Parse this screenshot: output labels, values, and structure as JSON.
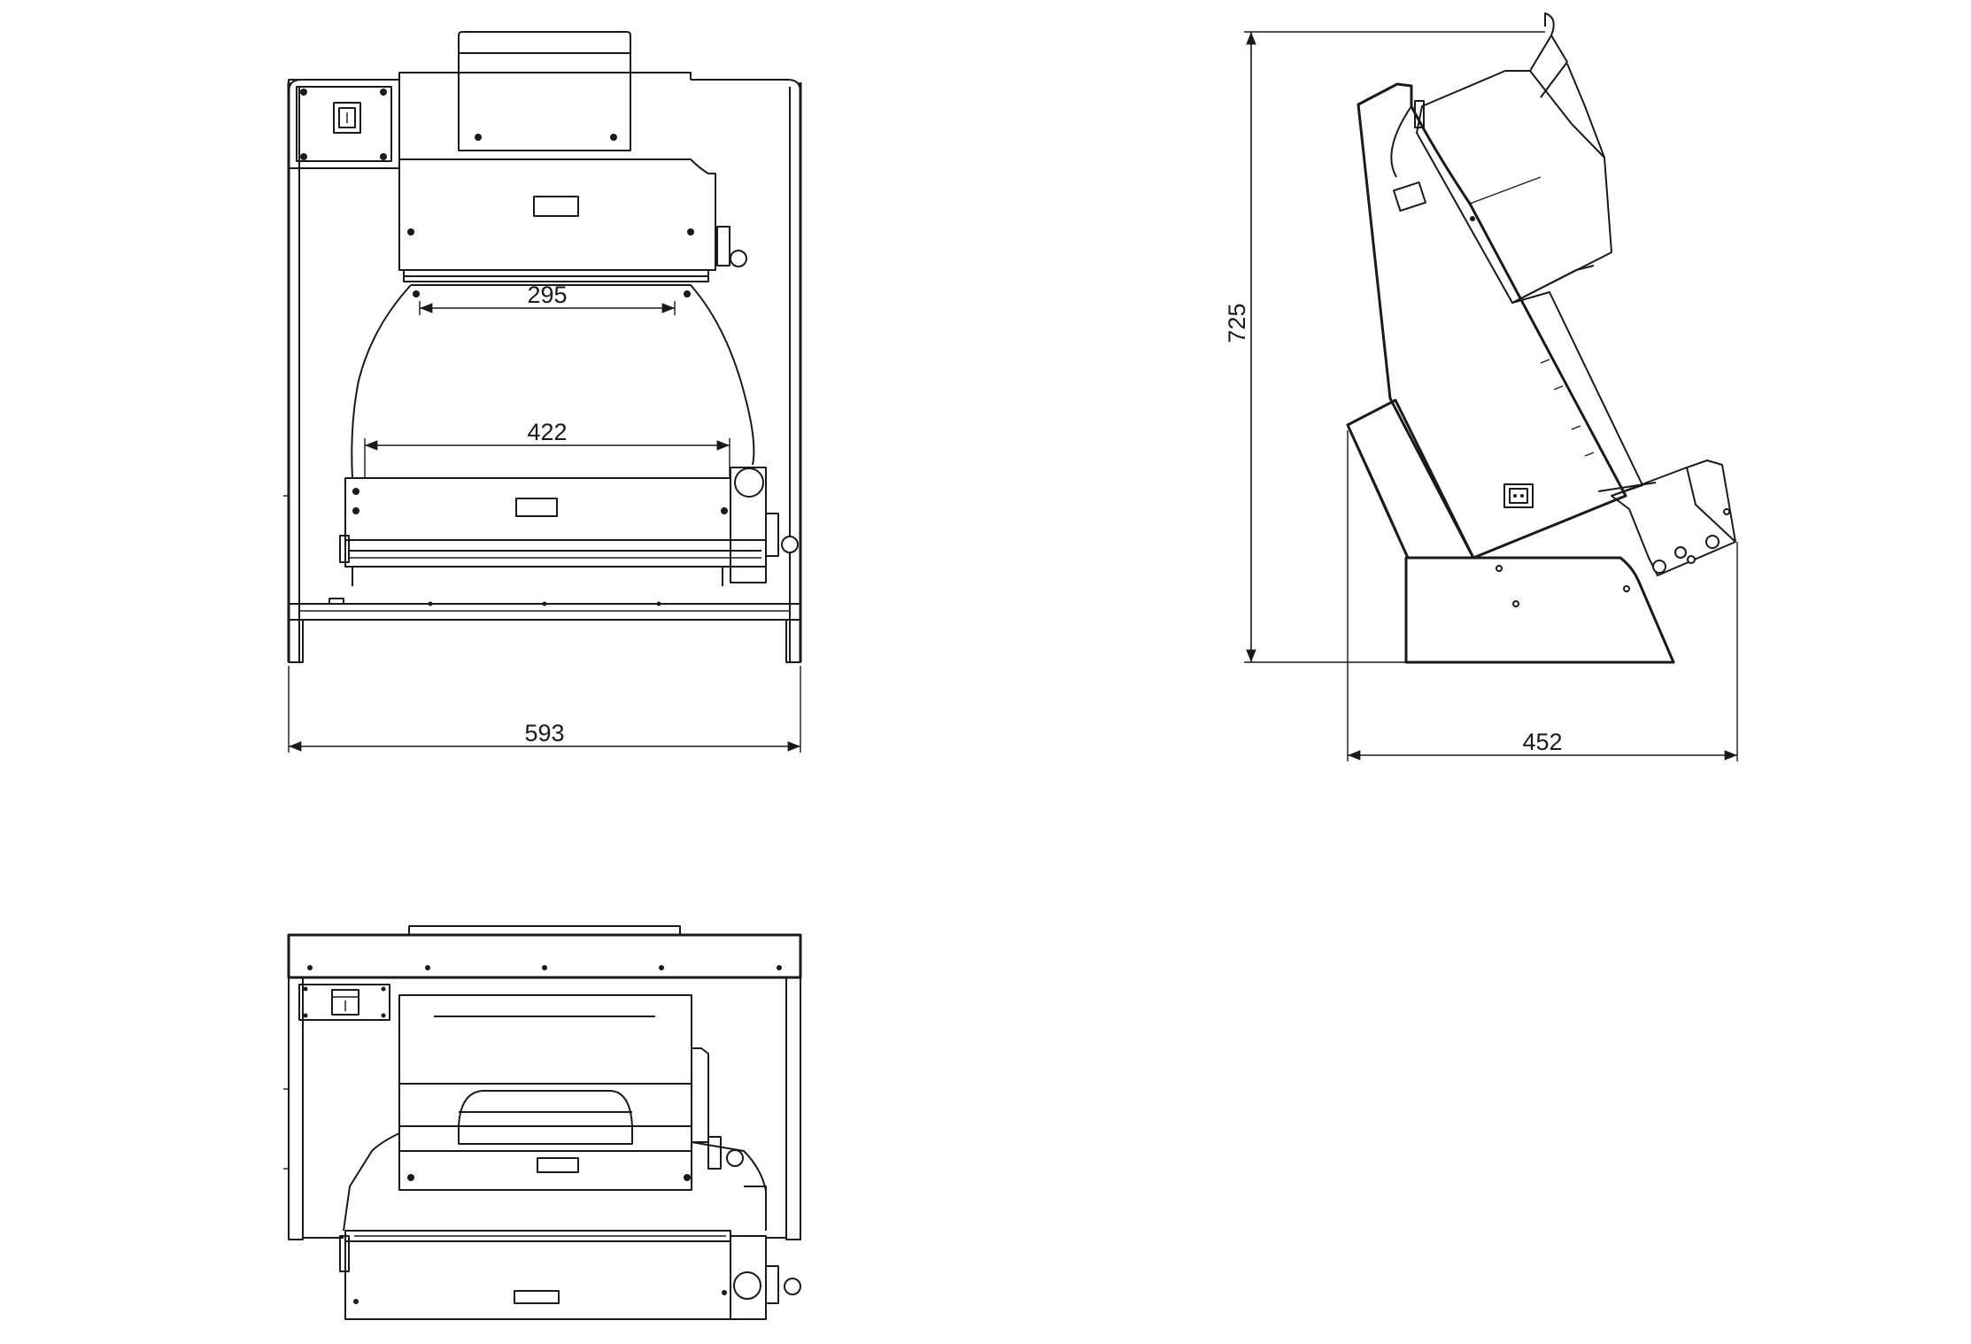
{
  "dimensions": {
    "width_front": "593",
    "width_roller_top": "295",
    "width_roller_bottom": "422",
    "height_side": "725",
    "depth_side": "452"
  },
  "colors": {
    "line": "#1a1a1a",
    "background": "#ffffff"
  },
  "icons": {
    "switch_front": "power-switch-icon",
    "switch_bottom": "power-switch-icon",
    "socket_side": "power-socket-icon"
  }
}
